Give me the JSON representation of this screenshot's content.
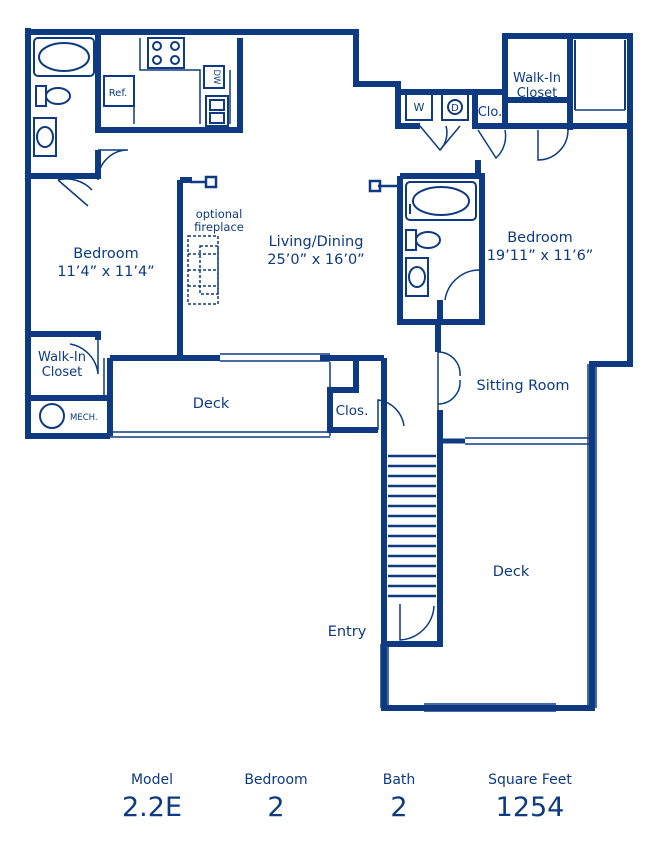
{
  "colors": {
    "wall": "#0d3a80",
    "label": "#0d3a80",
    "background": "#ffffff"
  },
  "rooms": {
    "bedroom_left": {
      "name": "Bedroom",
      "size": "11’4” x 11’4”"
    },
    "living": {
      "name": "Living/Dining",
      "size": "25’0” x 16’0”"
    },
    "bedroom_right": {
      "name": "Bedroom",
      "size": "19’11” x 11’6”"
    },
    "fireplace": {
      "line1": "optional",
      "line2": "fireplace"
    },
    "walkin_left": {
      "line1": "Walk-In",
      "line2": "Closet"
    },
    "walkin_right": {
      "line1": "Walk-In",
      "line2": "Closet"
    },
    "mech": "MECH.",
    "deck_left": "Deck",
    "deck_right": "Deck",
    "sitting": "Sitting Room",
    "closet_entry": "Clos.",
    "closet_top": "Clo.",
    "entry": "Entry",
    "fridge": "Ref.",
    "dishwasher": "DW",
    "washer": "W",
    "dryer": "D"
  },
  "specs": [
    {
      "label": "Model",
      "value": "2.2E"
    },
    {
      "label": "Bedroom",
      "value": "2"
    },
    {
      "label": "Bath",
      "value": "2"
    },
    {
      "label": "Square Feet",
      "value": "1254"
    }
  ]
}
